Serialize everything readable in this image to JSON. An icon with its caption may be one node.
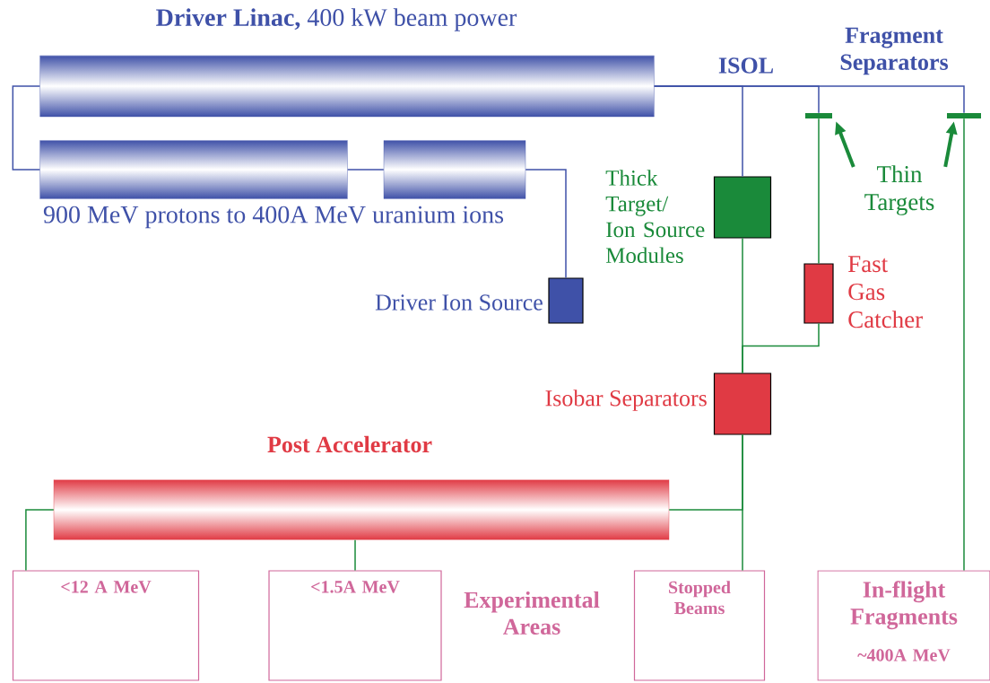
{
  "diagram": {
    "nodes": [
      {
        "text": [
          "**Driver Linac,** 400 kW beam power"
        ]
      },
      {
        "text": [],
        "shape": "bar"
      },
      {
        "text": [],
        "shape": "bar"
      },
      {
        "text": [
          "Driver Ion Source"
        ]
      },
      {
        "text": [
          "Thick Target/ Ion Source Modules"
        ]
      },
      {
        "text": [],
        "shape": "bar"
      },
      {
        "text": [],
        "shape": "bar"
      },
      {
        "text": [
          "Thin Targets"
        ]
      },
      {
        "text": [
          "Fast Gas Catcher"
        ]
      },
      {
        "text": [
          "Isobar Separators"
        ]
      },
      {
        "text": [
          "Post Accelerator"
        ]
      },
      {
        "text": [
          "<12 A MeV"
        ]
      },
      {
        "text": [
          "<1.5A MeV"
        ]
      },
      {
        "text": [
          "Stopped Beams"
        ]
      },
      {
        "text": [
          "In-flight Fragments",
          "~400A MeV"
        ]
      }
    ],
    "edges": [
      {
        "from": 0,
        "to": 1,
        "arrow": "none",
        "color": "#3f51a8"
      },
      {
        "from": 1,
        "to": 2,
        "arrow": "none",
        "color": "#3f51a8"
      },
      {
        "from": 2,
        "to": 3,
        "arrow": "none",
        "color": "#3f51a8"
      },
      {
        "from": 0,
        "to": 4,
        "arrow": "none",
        "color": "#3f51a8"
      },
      {
        "from": 0,
        "to": 5,
        "arrow": "none",
        "color": "#3f51a8"
      },
      {
        "from": 0,
        "to": 6,
        "arrow": "none",
        "color": "#3f51a8"
      },
      {
        "from": 7,
        "to": 5,
        "arrow": "to",
        "style": "thick"
      },
      {
        "from": 7,
        "to": 6,
        "arrow": "to",
        "style": "thick"
      },
      {
        "from": 5,
        "to": 8,
        "arrow": "none"
      },
      {
        "from": 4,
        "to": 9,
        "arrow": "none"
      },
      {
        "from": 8,
        "to": 9,
        "arrow": "none"
      },
      {
        "from": 9,
        "to": 10,
        "arrow": "none"
      },
      {
        "from": 9,
        "to": 13,
        "arrow": "none"
      },
      {
        "from": 10,
        "to": 11,
        "arrow": "none"
      },
      {
        "from": 10,
        "to": 12,
        "arrow": "none"
      },
      {
        "from": 6,
        "to": 14,
        "arrow": "none"
      }
    ],
    "labels": [
      "900 MeV protons to 400A MeV uranium ions",
      "ISOL",
      "Fragment Separators",
      "Experimental Areas"
    ]
  }
}
